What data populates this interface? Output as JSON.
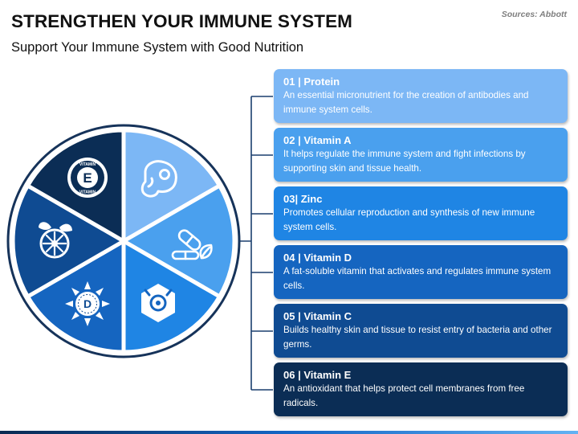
{
  "header": {
    "title": "STRENGTHEN YOUR IMMUNE SYSTEM",
    "subtitle": "Support Your Immune System with Good Nutrition",
    "source": "Sources: Abbott"
  },
  "colors": {
    "protein": "#7cb7f5",
    "vitamin_a": "#4aa0ee",
    "zinc": "#1f85e4",
    "vitamin_d": "#1565c0",
    "vitamin_c": "#0f4b92",
    "vitamin_e": "#0b2d55",
    "connector": "#1a3f6e"
  },
  "wheel": {
    "badge_e_letter": "E",
    "badge_e_ring_top": "VITAMIN",
    "badge_e_ring_bottom": "VITAMIN",
    "badge_d_letter": "D"
  },
  "cards": [
    {
      "title": "01 | Protein",
      "description": "An essential micronutrient for the creation of antibodies and immune system cells."
    },
    {
      "title": "02 | Vitamin A",
      "description": "It helps regulate the immune system and fight infections by supporting skin and tissue health."
    },
    {
      "title": "03| Zinc",
      "description": "Promotes cellular reproduction and synthesis of new immune system cells."
    },
    {
      "title": "04 | Vitamin D",
      "description": "A fat-soluble vitamin that activates and regulates immune system cells."
    },
    {
      "title": "05 | Vitamin C",
      "description": "Builds healthy skin and tissue to resist entry of bacteria and other germs."
    },
    {
      "title": "06 | Vitamin E",
      "description": "An antioxidant that helps protect cell membranes from free radicals."
    }
  ]
}
